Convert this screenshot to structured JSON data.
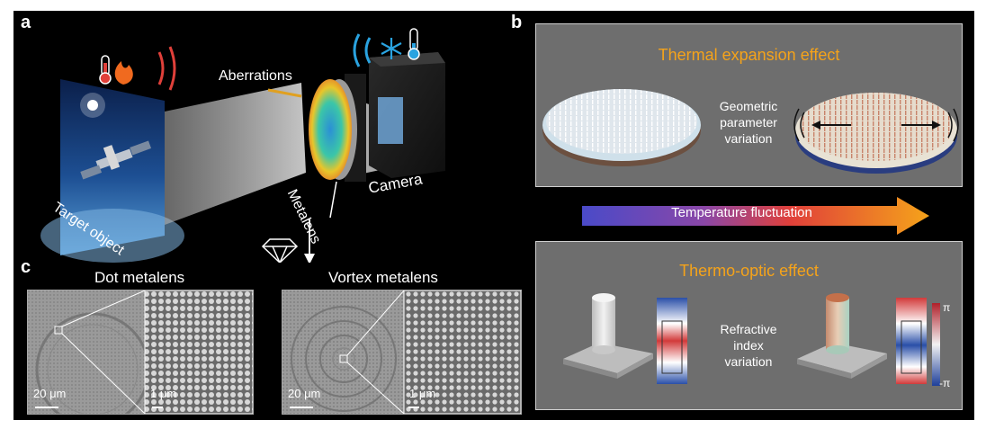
{
  "panels": {
    "a": {
      "letter": "a",
      "labels": {
        "aberrations": "Aberrations",
        "target_object": "Target object",
        "metalens": "Metalens",
        "camera": "Camera"
      }
    },
    "b": {
      "letter": "b",
      "thermal_expansion_title": "Thermal expansion effect",
      "geometric_line1": "Geometric",
      "geometric_line2": "parameter",
      "geometric_line3": "variation",
      "temperature_arrow": "Temperature fluctuation",
      "thermo_optic_title": "Thermo-optic effect",
      "refractive_line1": "Refractive",
      "refractive_line2": "index",
      "refractive_line3": "variation",
      "colorbar_max": "π",
      "colorbar_min": "-π"
    },
    "c": {
      "letter": "c",
      "dot_title": "Dot metalens",
      "vortex_title": "Vortex metalens",
      "scale_20um_left": "20 μm",
      "scale_1um_left": "1 μm",
      "scale_20um_right": "20 μm",
      "scale_1um_right": "1 μm"
    }
  },
  "colors": {
    "background": "#000000",
    "panel_box": "#6e6e6e",
    "title_orange": "#f5a31a",
    "hot_red": "#e0403a",
    "cold_blue": "#2aa3e0"
  },
  "icons": [
    "thermometer-hot-icon",
    "flame-icon",
    "snowflake-icon",
    "thermometer-cold-icon",
    "diamond-icon",
    "down-arrow-icon"
  ]
}
